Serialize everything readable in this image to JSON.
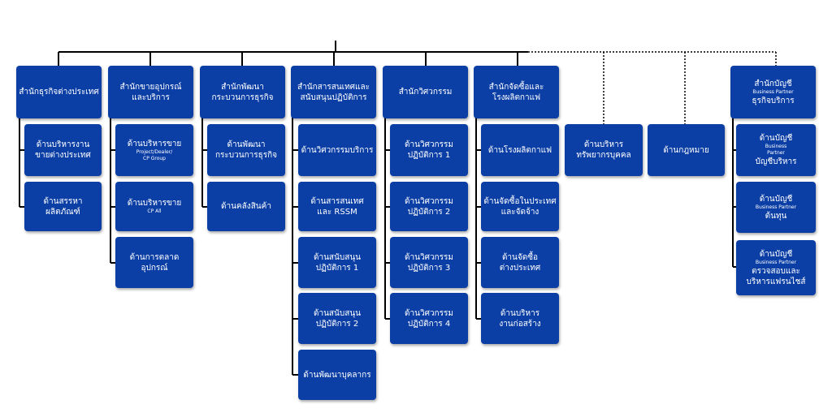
{
  "colors": {
    "box": "#0c3fa6",
    "text": "#ffffff",
    "line": "#000000"
  },
  "units": {
    "u1": {
      "title": "สำนักธุรกิจต่างประเทศ",
      "c1": "ด้านบริหารงาน\nขายต่างประเทศ",
      "c2": "ด้านสรรหาผลิตภัณฑ์"
    },
    "u2": {
      "title": "สำนักขายอุปกรณ์\nและบริการ",
      "c1": {
        "title": "ด้านบริหารขาย",
        "sub": "Project/Dealer/\nCP Group"
      },
      "c2": {
        "title": "ด้านบริหารขาย",
        "sub": "CP All"
      },
      "c3": "ด้านการตลาดอุปกรณ์"
    },
    "u3": {
      "title": "สำนักพัฒนา\nกระบวนการธุรกิจ",
      "c1": "ด้านพัฒนา\nกระบวนการธุรกิจ",
      "c2": "ด้านคลังสินค้า"
    },
    "u4": {
      "title": "สำนักสารสนเทศและ\nสนับสนุนปฏิบัติการ",
      "c1": "ด้านวิศวกรรมบริการ",
      "c2": "ด้านสารสนเทศ\nและ RSSM",
      "c3": "ด้านสนับสนุน\nปฏิบัติการ 1",
      "c4": "ด้านสนับสนุน\nปฏิบัติการ 2",
      "c5": "ด้านพัฒนาบุคลากร"
    },
    "u5": {
      "title": "สำนักวิศวกรรม",
      "c1": "ด้านวิศวกรรม\nปฏิบัติการ 1",
      "c2": "ด้านวิศวกรรม\nปฏิบัติการ 2",
      "c3": "ด้านวิศวกรรม\nปฏิบัติการ 3",
      "c4": "ด้านวิศวกรรม\nปฏิบัติการ 4"
    },
    "u6": {
      "title": "สำนักจัดซื้อและ\nโรงผลิตกาแฟ",
      "c1": "ด้านโรงผลิตกาแฟ",
      "c2": "ด้านจัดซื้อในประเทศ\nและจัดจ้าง",
      "c3": "ด้านจัดซื้อ\nต่างประเทศ",
      "c4": "ด้านบริหาร\nงานก่อสร้าง"
    },
    "u7": {
      "title": "ด้านบริหาร\nทรัพยากรบุคคล"
    },
    "u8": {
      "title": "ด้านกฎหมาย"
    },
    "u9": {
      "title": "สำนักบัญชี",
      "sub": "Business Partner",
      "title2": "ธุรกิจบริการ",
      "c1": {
        "title": "ด้านบัญชี",
        "sub": "Business\nPartner",
        "title2": "บัญชีบริหาร"
      },
      "c2": {
        "title": "ด้านบัญชี",
        "sub": "Business Partner",
        "title2": "ต้นทุน"
      },
      "c3": {
        "title": "ด้านบัญชี",
        "sub": "Business Partner",
        "title2": "ตรวจสอบและ\nบริหารแฟรนไชส์"
      }
    }
  }
}
